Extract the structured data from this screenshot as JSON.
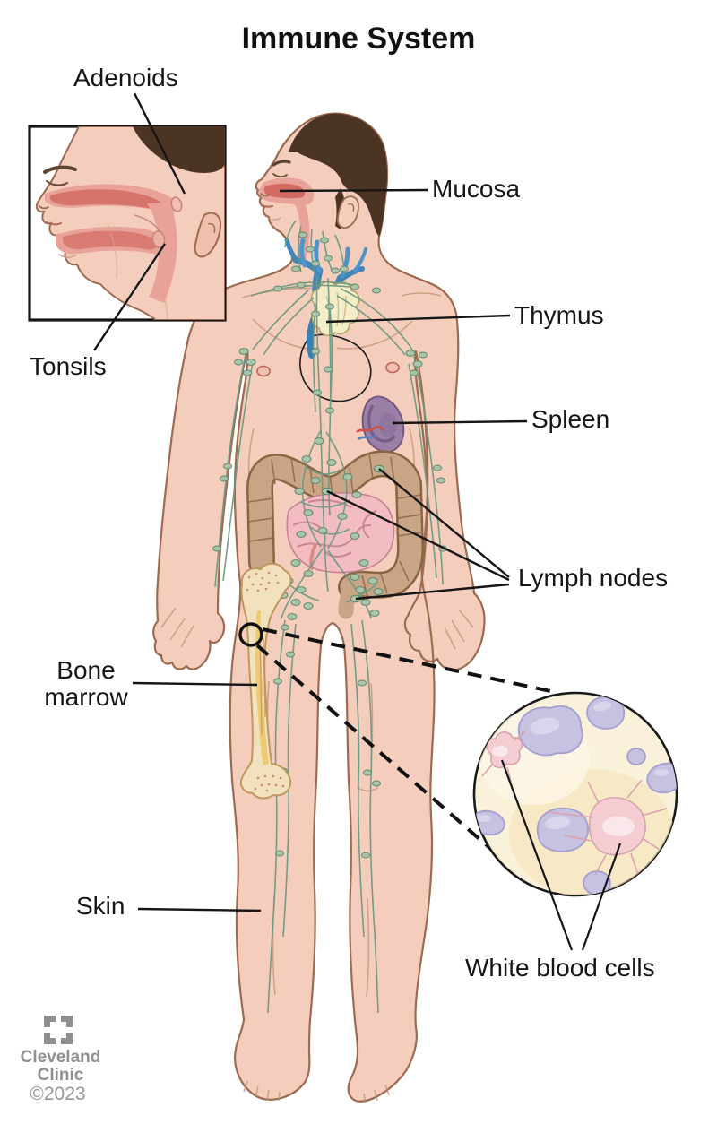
{
  "title": "Immune System",
  "labels": {
    "adenoids": "Adenoids",
    "mucosa": "Mucosa",
    "thymus": "Thymus",
    "spleen": "Spleen",
    "lymph_nodes": "Lymph nodes",
    "tonsils": "Tonsils",
    "bone_marrow": "Bone marrow",
    "skin": "Skin",
    "white_blood_cells": "White blood cells"
  },
  "footer": {
    "brand_line1": "Cleveland",
    "brand_line2": "Clinic",
    "copyright": "©2023"
  },
  "colors": {
    "background": "#ffffff",
    "label_text": "#161616",
    "skin": "#f5cdbc",
    "body_outline": "#9c6b50",
    "hair": "#4b3424",
    "mucosa_pink": "#e9a29a",
    "mucosa_red": "#d26b62",
    "lymph_vessel": "#6d9a81",
    "lymph_node": "#a9c4ab",
    "thymus": "#f4edca",
    "blue_vessels": "#4186ba",
    "spleen": "#9a7fa7",
    "colon": "#c9a585",
    "small_intestine": "#f3bbc2",
    "bone": "#f1e1bd",
    "bone_marrow": "#eccb74",
    "wbc_lavender": "#c7c2e2",
    "wbc_pink": "#f3cdd2",
    "inset_background": "#faf1da",
    "brand_gray": "#8f9091"
  }
}
